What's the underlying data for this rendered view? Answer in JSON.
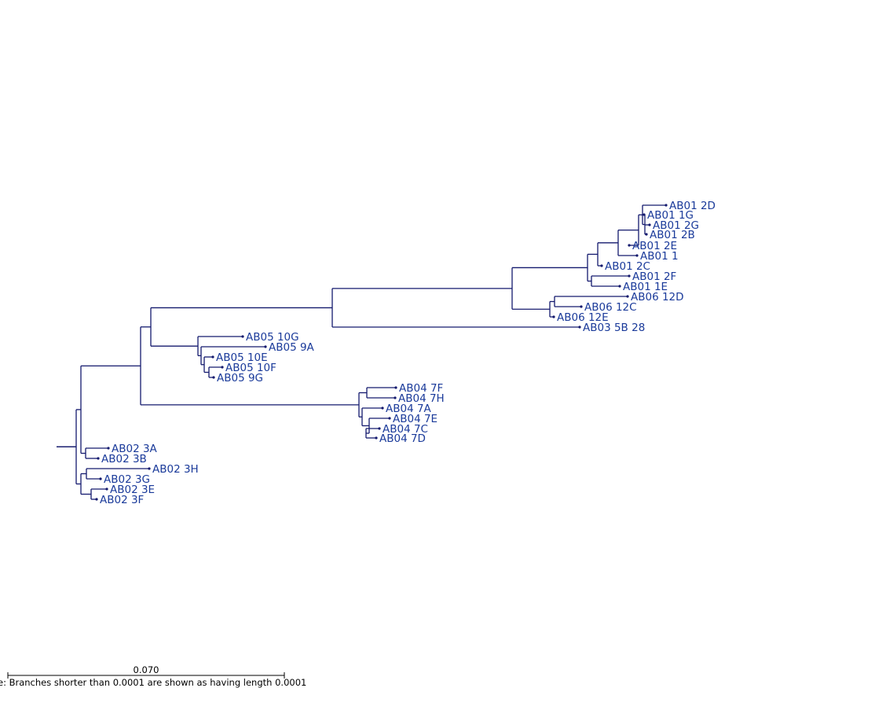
{
  "tree": {
    "line_color": "#141a6e",
    "label_color": "#1a3a9a",
    "leaves": [
      {
        "id": "L1",
        "label": "AB01 2D"
      },
      {
        "id": "L2",
        "label": "AB01 1G"
      },
      {
        "id": "L3",
        "label": "AB01 2G"
      },
      {
        "id": "L4",
        "label": "AB01 2B"
      },
      {
        "id": "L5",
        "label": "AB01 2E"
      },
      {
        "id": "L6",
        "label": "AB01 1"
      },
      {
        "id": "L7",
        "label": "AB01 2C"
      },
      {
        "id": "L8",
        "label": "AB01 2F"
      },
      {
        "id": "L9",
        "label": "AB01 1E"
      },
      {
        "id": "L10",
        "label": "AB06 12D"
      },
      {
        "id": "L11",
        "label": "AB06 12C"
      },
      {
        "id": "L12",
        "label": "AB06 12E"
      },
      {
        "id": "L13",
        "label": "AB03 5B 28"
      },
      {
        "id": "L14",
        "label": "AB05 10G"
      },
      {
        "id": "L15",
        "label": "AB05 9A"
      },
      {
        "id": "L16",
        "label": "AB05 10E"
      },
      {
        "id": "L17",
        "label": "AB05 10F"
      },
      {
        "id": "L18",
        "label": "AB05 9G"
      },
      {
        "id": "L19",
        "label": "AB04 7F"
      },
      {
        "id": "L20",
        "label": "AB04 7H"
      },
      {
        "id": "L21",
        "label": "AB04 7A"
      },
      {
        "id": "L22",
        "label": "AB04 7E"
      },
      {
        "id": "L23",
        "label": "AB04 7C"
      },
      {
        "id": "L24",
        "label": "AB04 7D"
      },
      {
        "id": "L25",
        "label": "AB02 3A"
      },
      {
        "id": "L26",
        "label": "AB02 3B"
      },
      {
        "id": "L27",
        "label": "AB02 3H"
      },
      {
        "id": "L28",
        "label": "AB02 3G"
      },
      {
        "id": "L29",
        "label": "AB02 3E"
      },
      {
        "id": "L30",
        "label": "AB02 3F"
      }
    ]
  },
  "scale_bar": {
    "label": "0.070",
    "note": "e: Branches shorter than 0.0001 are shown as having length 0.0001"
  }
}
